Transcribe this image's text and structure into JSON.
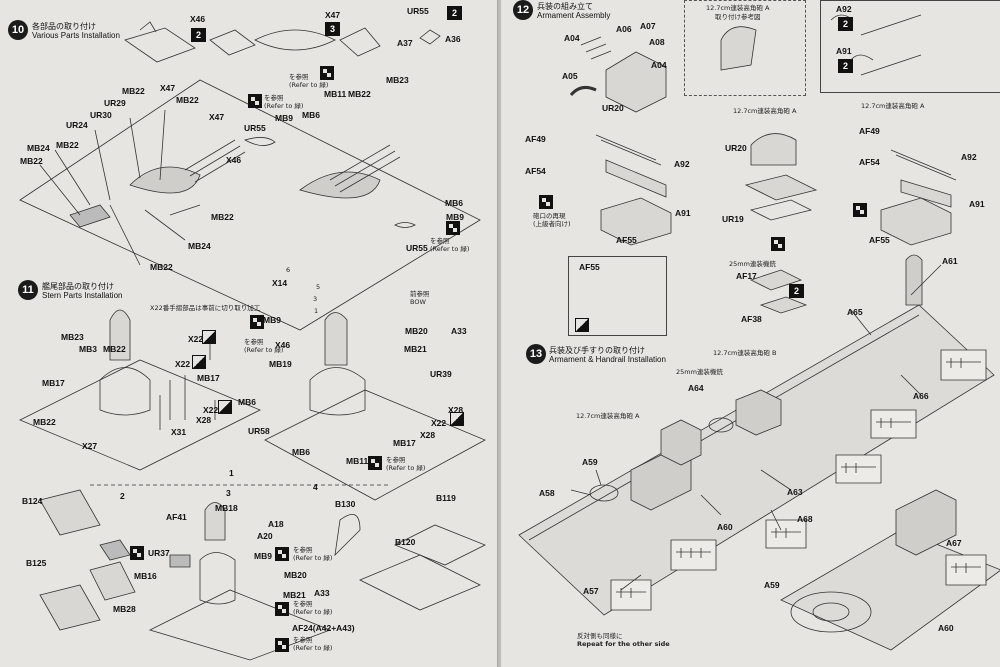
{
  "left_page": {
    "step10": {
      "number": "10",
      "title_ja": "各部品の取り付け",
      "title_en": "Various Parts Installation",
      "labels": [
        "X46",
        "X47",
        "UR55",
        "A37",
        "A36",
        "MB22",
        "X47",
        "UR29",
        "MB22",
        "UR30",
        "UR24",
        "MB24",
        "MB22",
        "MB22",
        "X47",
        "X46",
        "UR55",
        "MB9",
        "MB6",
        "MB11",
        "MB22",
        "MB23",
        "MB22",
        "MB24",
        "MB22",
        "MB6",
        "MB9",
        "UR55"
      ],
      "badges": [
        "2",
        "3",
        "2"
      ],
      "refs": [
        "を参照\n(Refer to 緑)",
        "を参照\n(Refer to 緑)",
        "を参照\n(Refer to 緑)"
      ]
    },
    "step11": {
      "number": "11",
      "title_ja": "艦尾部品の取り付け",
      "title_en": "Stern Parts Installation",
      "labels": [
        "MB23",
        "MB3",
        "MB22",
        "X22",
        "X22",
        "MB17",
        "MB17",
        "MB22",
        "X27",
        "X31",
        "X22",
        "X28",
        "MB6",
        "UR58",
        "MB6",
        "X14",
        "MB9",
        "X46",
        "MB19",
        "MB20",
        "MB21",
        "A33",
        "UR39",
        "X28",
        "X22",
        "X28",
        "MB17",
        "MB11"
      ],
      "notes": [
        "X22番手摺部品は事前に切り取り加工",
        "を参照\n(Refer to 緑)",
        "を参照\n(Refer to 緑)",
        "前参照\nBOW"
      ],
      "numbers": [
        "6",
        "5",
        "3",
        "1"
      ]
    },
    "step_bottom": {
      "numbers": [
        "1",
        "2",
        "3",
        "4"
      ],
      "labels": [
        "B124",
        "B125",
        "MB28",
        "AF41",
        "UR37",
        "MB16",
        "MB18",
        "A18",
        "A20",
        "MB9",
        "MB20",
        "MB21",
        "A33",
        "AF24(A42+A43)",
        "B130",
        "B119",
        "B120"
      ],
      "refs": [
        "を参照\n(Refer to 緑)",
        "を参照\n(Refer to 緑)",
        "を参照\n(Refer to 緑)"
      ]
    }
  },
  "right_page": {
    "step12": {
      "number": "12",
      "title_ja": "兵装の組み立て",
      "title_en": "Armament Assembly",
      "labels": [
        "A04",
        "A06",
        "A07",
        "A08",
        "A04",
        "A05",
        "UR20",
        "AF49",
        "AF54",
        "A92",
        "A91",
        "AF55",
        "UR20",
        "UR19",
        "AF17",
        "AF38",
        "AF55",
        "A92",
        "A91",
        "AF49",
        "AF54",
        "A92",
        "A91",
        "AF55"
      ],
      "badges": [
        "2",
        "2",
        "2"
      ],
      "notes": [
        "12.7cm連装高角砲 A\n取り付け参考図",
        "12.7cm連装高角砲 A",
        "12.7cm連装高角砲 A",
        "砲口の再現\n(上級者向け)",
        "25mm連装機銃"
      ]
    },
    "step13": {
      "number": "13",
      "title_ja": "兵装及び手すりの取り付け",
      "title_en": "Armament & Handrail Installation",
      "labels": [
        "A61",
        "A65",
        "A64",
        "A59",
        "A58",
        "A63",
        "A60",
        "A57",
        "A66",
        "A68",
        "A67",
        "A59",
        "A60"
      ],
      "notes": [
        "25mm連装機銃",
        "12.7cm連装高角砲 B",
        "12.7cm連装高角砲 A"
      ],
      "footer_ja": "反対側も同様に",
      "footer_en": "Repeat for the other side"
    }
  }
}
